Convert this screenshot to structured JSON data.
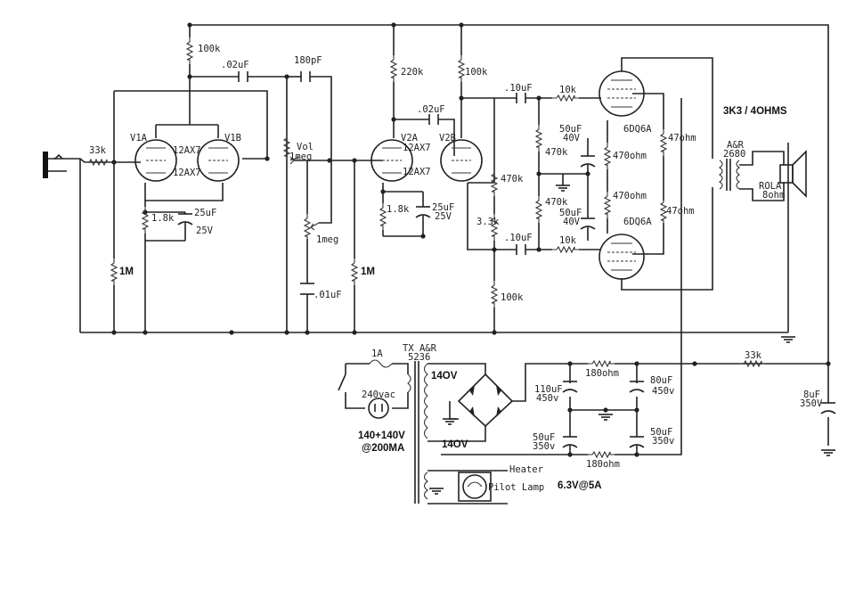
{
  "labels": {
    "r100k_top": "100k",
    "c02uf_1": ".02uF",
    "c180pf": "180pF",
    "r33k_in": "33k",
    "v1a": "V1A",
    "v1b": "V1B",
    "t12ax7_1": "12AX7",
    "t12ax7_2": "12AX7",
    "vol": "Vol",
    "vol_val": "1meg",
    "r18k_1": "1.8k",
    "c25uf_1": "25uF",
    "c25v_1": "25V",
    "pot1meg": "1meg",
    "r1m_1": "1M",
    "r1m_2": "1M",
    "c01uf": ".01uF",
    "r220k": "220k",
    "r100k_2": "100k",
    "c02uf_2": ".02uF",
    "v2a": "V2A",
    "v2b": "V2B",
    "t12ax7_3": "12AX7",
    "t12ax7_4": "12AX7",
    "r18k_2": "1.8k",
    "c25uf_2": "25uF",
    "c25v_2": "25V",
    "r470k_pi": "470k",
    "r33k_pi": "3.3k",
    "r100k_pi": "100k",
    "c10uf_top": ".10uF",
    "c10uf_bot": ".10uF",
    "r10k_top": "10k",
    "r10k_bot": "10k",
    "r470k_g1": "470k",
    "r470k_g2": "470k",
    "c50uf_1": "50uF",
    "c40v_1": "40V",
    "c50uf_2": "50uF",
    "c40v_2": "40V",
    "r470ohm_1": "470ohm",
    "r470ohm_2": "470ohm",
    "r47ohm_1": "47ohm",
    "r47ohm_2": "47ohm",
    "t6dq6a_1": "6DQ6A",
    "t6dq6a_2": "6DQ6A",
    "ot_label": "3K3 / 4OHMS",
    "ot_mfr": "A&R",
    "ot_num": "2680",
    "spk_brand": "ROLA",
    "spk_ohm": "8ohm",
    "fuse": "1A",
    "tx_label": "TX A&R",
    "tx_num": "5236",
    "mains": "240vac",
    "sec_top": "14OV",
    "sec_bot": "14OV",
    "tx_rating_1": "140+140V",
    "tx_rating_2": "@200MA",
    "c110uf": "110uF",
    "c450v_1": "450v",
    "r180ohm_1": "180ohm",
    "c80uf": "80uF",
    "c450v_2": "450v",
    "c50uf_ps1": "50uF",
    "c350v_ps1": "350v",
    "c50uf_ps2": "50uF",
    "c350v_ps2": "350v",
    "r180ohm_2": "180ohm",
    "r33k_ps": "33k",
    "c8uf": "8uF",
    "c350v_ps3": "350V",
    "heater": "Heater",
    "pilot": "Pilot Lamp",
    "heater_v": "6.3V@5A"
  },
  "colors": {
    "ink": "#222222",
    "paper": "#ffffff"
  }
}
